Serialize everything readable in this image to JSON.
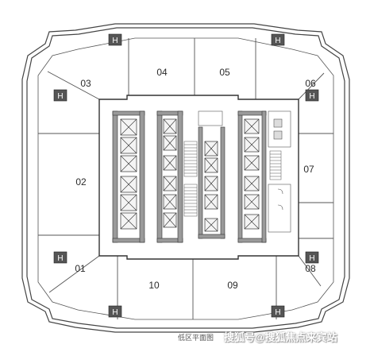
{
  "units": [
    {
      "id": "01",
      "label": "01"
    },
    {
      "id": "02",
      "label": "02"
    },
    {
      "id": "03",
      "label": "03"
    },
    {
      "id": "04",
      "label": "04"
    },
    {
      "id": "05",
      "label": "05"
    },
    {
      "id": "06",
      "label": "06"
    },
    {
      "id": "07",
      "label": "07"
    },
    {
      "id": "08",
      "label": "08"
    },
    {
      "id": "09",
      "label": "09"
    },
    {
      "id": "10",
      "label": "10"
    }
  ],
  "title": "低区平面图",
  "watermark": "搜狐号@搜狐焦点来宾站",
  "column_marker": "H"
}
